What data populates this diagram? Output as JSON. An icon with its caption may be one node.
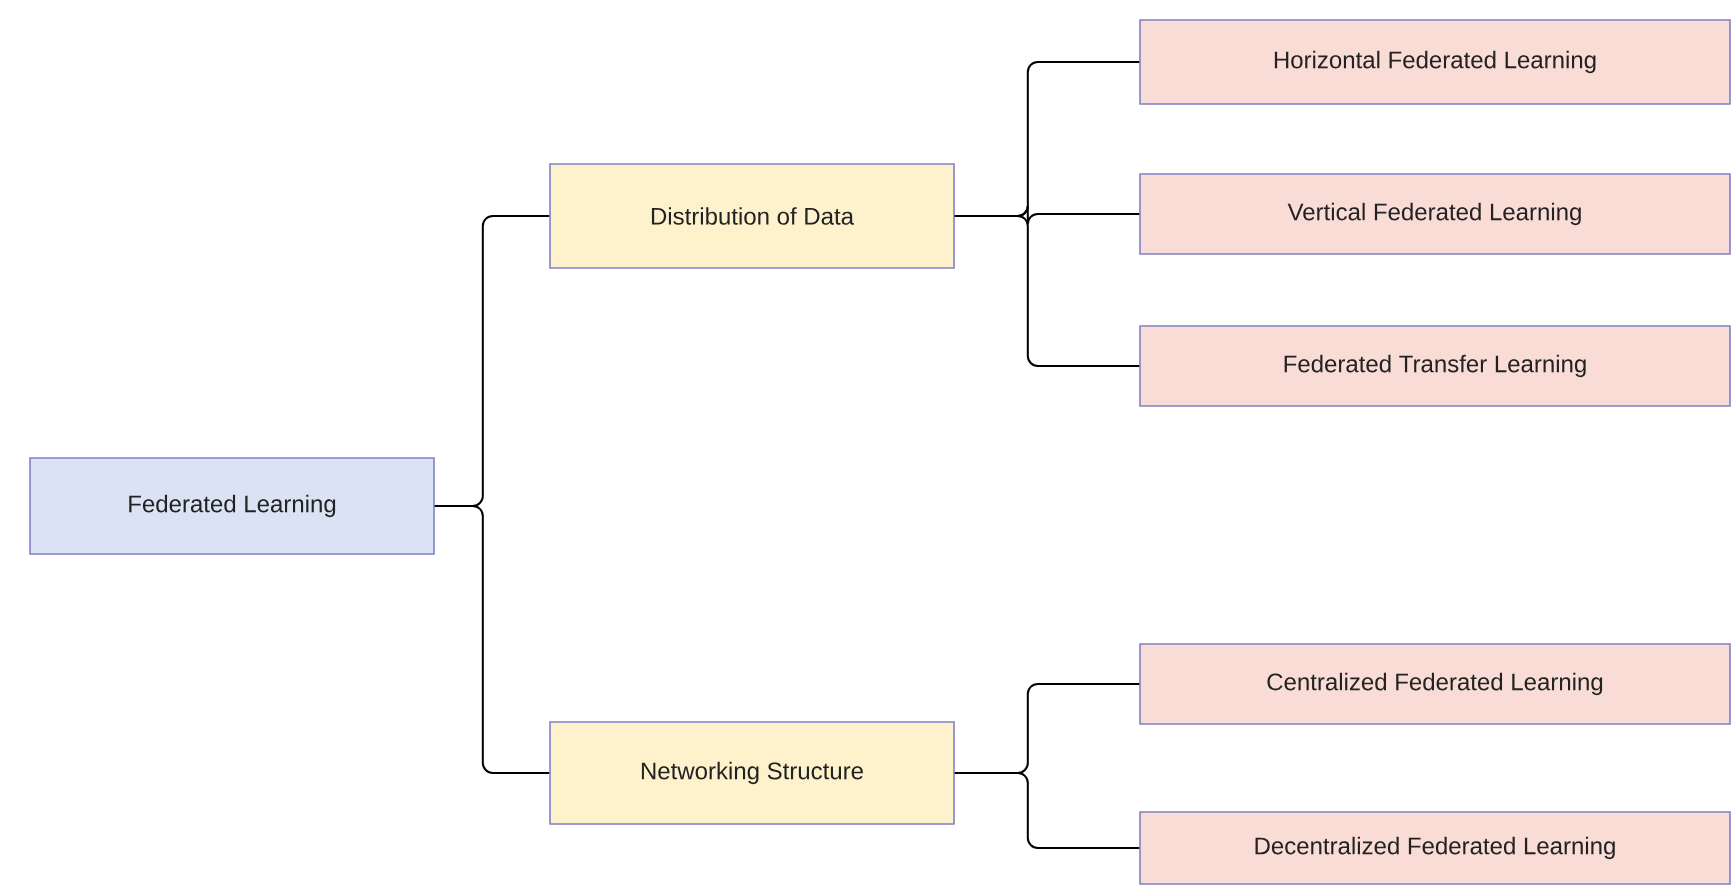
{
  "diagram": {
    "nodes": [
      {
        "text": [
          "Federated Learning"
        ]
      },
      {
        "text": [
          "Distribution of Data"
        ]
      },
      {
        "text": [
          "Networking Structure"
        ]
      },
      {
        "text": [
          "Horizontal Federated Learning"
        ]
      },
      {
        "text": [
          "Vertical Federated Learning"
        ]
      },
      {
        "text": [
          "Federated Transfer Learning"
        ]
      },
      {
        "text": [
          "Centralized Federated Learning"
        ]
      },
      {
        "text": [
          "Decentralized Federated Learning"
        ]
      }
    ],
    "edges": [
      {
        "from": 0,
        "to": 1,
        "arrow": "none"
      },
      {
        "from": 0,
        "to": 2,
        "arrow": "none"
      },
      {
        "from": 1,
        "to": 3,
        "arrow": "none"
      },
      {
        "from": 1,
        "to": 4,
        "arrow": "none"
      },
      {
        "from": 1,
        "to": 5,
        "arrow": "none"
      },
      {
        "from": 2,
        "to": 6,
        "arrow": "none"
      },
      {
        "from": 2,
        "to": 7,
        "arrow": "none"
      }
    ]
  }
}
